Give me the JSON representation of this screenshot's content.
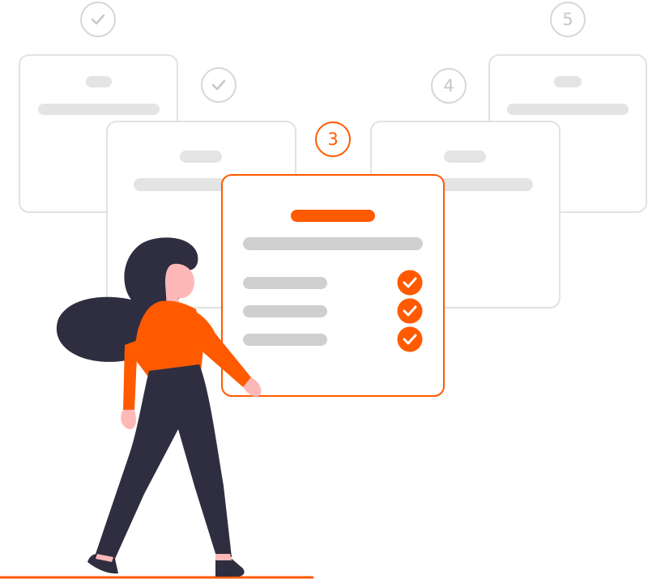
{
  "steps": [
    {
      "label": "",
      "state": "done",
      "icon": "checkmark-icon"
    },
    {
      "label": "",
      "state": "done",
      "icon": "checkmark-icon"
    },
    {
      "label": "3",
      "state": "current"
    },
    {
      "label": "4",
      "state": "upcoming"
    },
    {
      "label": "5",
      "state": "upcoming"
    }
  ],
  "checklist": {
    "items_checked": 3,
    "items_total": 3
  },
  "colors": {
    "accent": "#ff5a00",
    "card_border": "#e2e2e2",
    "placeholder_bar": "#e4e4e4",
    "figure_dark": "#2f2e41",
    "skin": "#ffb8b8"
  }
}
